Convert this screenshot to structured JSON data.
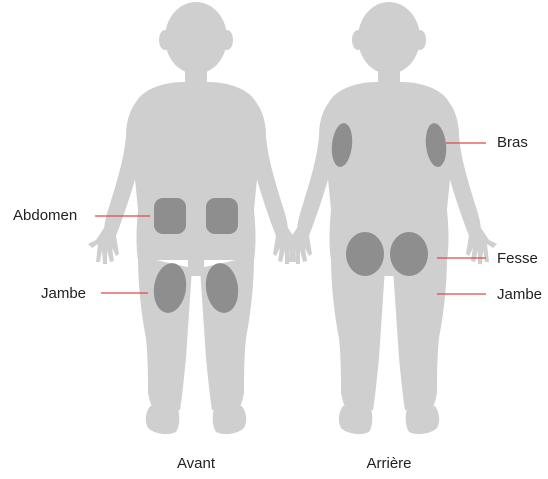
{
  "colors": {
    "body": "#cfcfcf",
    "site": "#8e8e8e",
    "leader": "#e0484a",
    "text": "#222222"
  },
  "figures": {
    "front": {
      "caption": "Avant"
    },
    "back": {
      "caption": "Arrière"
    }
  },
  "labels": {
    "abdomen": "Abdomen",
    "jambe_front": "Jambe",
    "bras": "Bras",
    "fesse": "Fesse",
    "jambe_back": "Jambe"
  }
}
